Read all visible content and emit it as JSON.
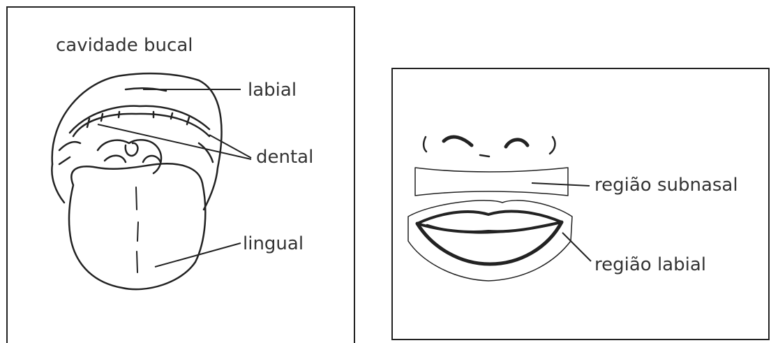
{
  "left_panel": {
    "title": "cavidade bucal",
    "labels": {
      "labial": "labial",
      "dental": "dental",
      "lingual": "lingual"
    },
    "illustration": "open-mouth-with-tongue"
  },
  "right_panel": {
    "labels": {
      "subnasal": "região subnasal",
      "labial": "região labial"
    },
    "illustration": "face-nose-and-lips"
  },
  "colors": {
    "line": "#222222",
    "text": "#333333",
    "background": "#ffffff"
  }
}
